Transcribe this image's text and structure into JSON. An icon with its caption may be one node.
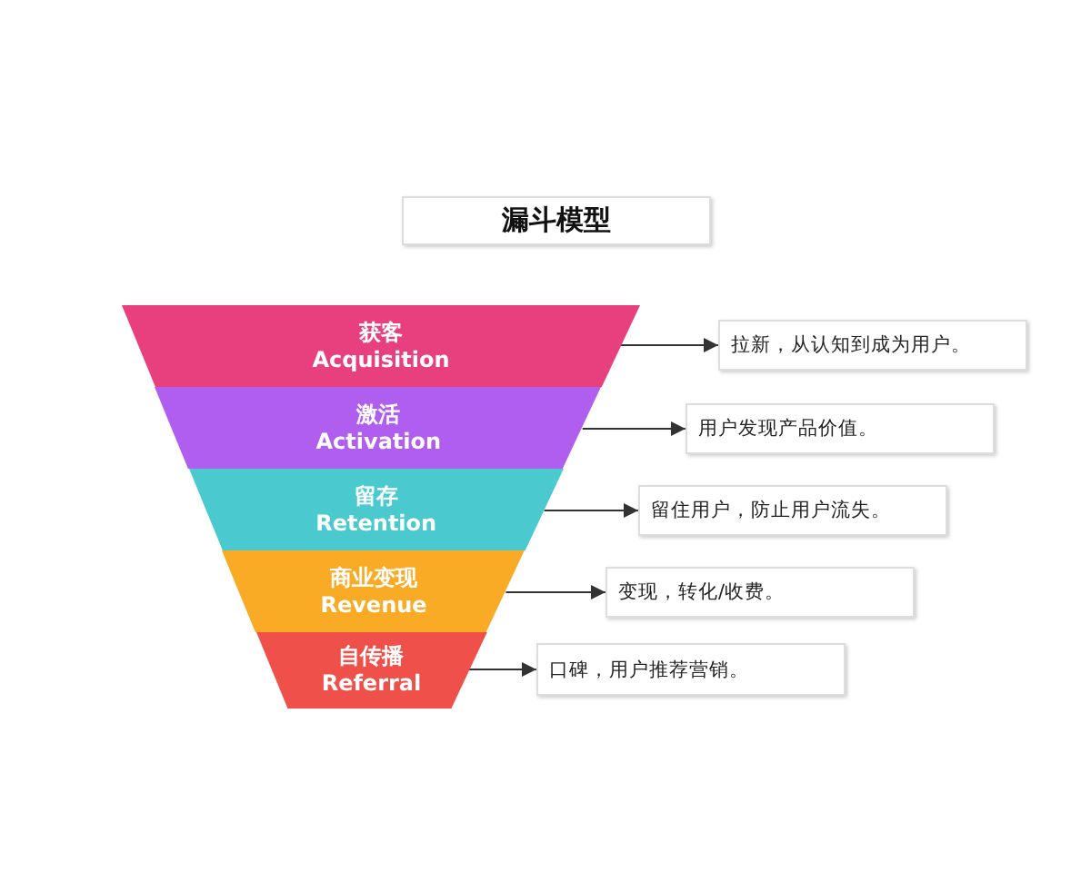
{
  "diagram": {
    "title": "漏斗模型",
    "nodes": [
      {
        "text": [
          "获客",
          "Acquisition"
        ]
      },
      {
        "text": [
          "激活",
          "Activation"
        ]
      },
      {
        "text": [
          "留存",
          "Retention"
        ]
      },
      {
        "text": [
          "商业变现",
          "Revenue"
        ]
      },
      {
        "text": [
          "自传播",
          "Referral"
        ]
      },
      {
        "text": [
          "拉新，从认知到成为用户。"
        ]
      },
      {
        "text": [
          "用户发现产品价值。"
        ]
      },
      {
        "text": [
          "留住用户，防止用户流失。"
        ]
      },
      {
        "text": [
          "变现，转化/收费。"
        ]
      },
      {
        "text": [
          "口碑，用户推荐营销。"
        ]
      }
    ],
    "edges": [
      {
        "from": 0,
        "to": 5,
        "arrow": "to"
      },
      {
        "from": 1,
        "to": 6,
        "arrow": "to"
      },
      {
        "from": 2,
        "to": 7,
        "arrow": "to"
      },
      {
        "from": 3,
        "to": 8,
        "arrow": "to"
      },
      {
        "from": 4,
        "to": 9,
        "arrow": "to"
      }
    ]
  }
}
